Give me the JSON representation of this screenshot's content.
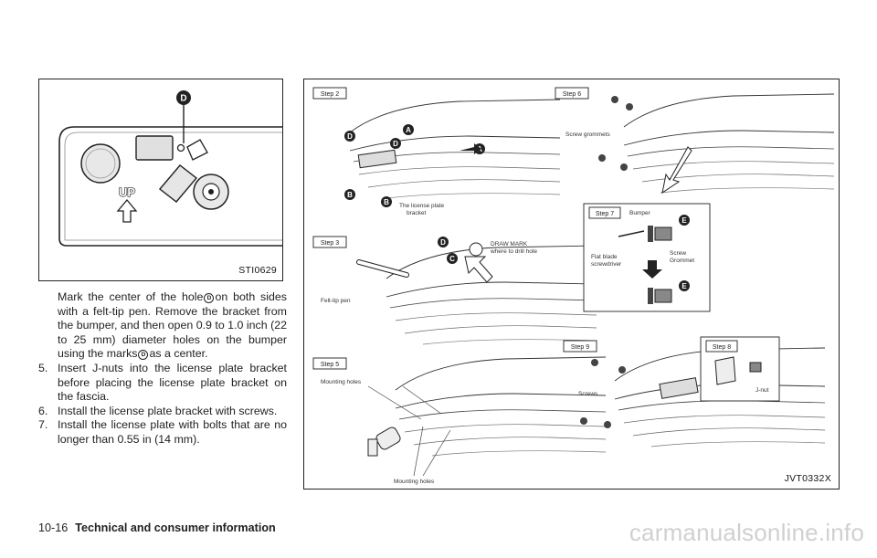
{
  "figure_left": {
    "code": "STI0629",
    "labels": {
      "callout": "D",
      "up": "UP"
    }
  },
  "figure_right": {
    "code": "JVT0332X",
    "steps": {
      "s2": "Step 2",
      "s3": "Step 3",
      "s5": "Step 5",
      "s6": "Step 6",
      "s7": "Step 7",
      "s8": "Step 8",
      "s9": "Step 9"
    },
    "labels": {
      "license_bracket_1": "The license plate",
      "license_bracket_2": "bracket",
      "felt_tip_pen": "Felt-tip pen",
      "draw_mark_1": "DRAW MARK",
      "draw_mark_2": "where to drill hole",
      "mounting_holes_top": "Mounting holes",
      "mounting_holes_bottom": "Mounting holes",
      "screw_grommets": "Screw grommets",
      "bumper": "Bumper",
      "flat_blade_1": "Flat blade",
      "flat_blade_2": "screwdriver",
      "screw_1": "Screw",
      "grommet": "Grommet",
      "screws": "Screws",
      "jnut": "J-nut"
    },
    "callouts": {
      "a": "A",
      "b": "B",
      "c": "C",
      "d": "D",
      "e": "E"
    }
  },
  "text": {
    "para_start": "Mark the center of the hole",
    "para_mark": "D",
    "para_mid": "on both sides with a felt-tip pen. Remove the bracket from the bumper, and then open 0.9 to 1.0 inch (22 to 25 mm) diameter holes on the bumper using the marks",
    "para_end": "as a center.",
    "items": [
      {
        "num": "5.",
        "text": "Insert J-nuts into the license plate bracket before placing the license plate bracket on the fascia."
      },
      {
        "num": "6.",
        "text": "Install the license plate bracket with screws."
      },
      {
        "num": "7.",
        "text": "Install the license plate with bolts that are no longer than 0.55 in (14 mm)."
      }
    ]
  },
  "footer": {
    "page": "10-16",
    "section": "Technical and consumer information"
  },
  "watermark": "carmanualsonline.info"
}
